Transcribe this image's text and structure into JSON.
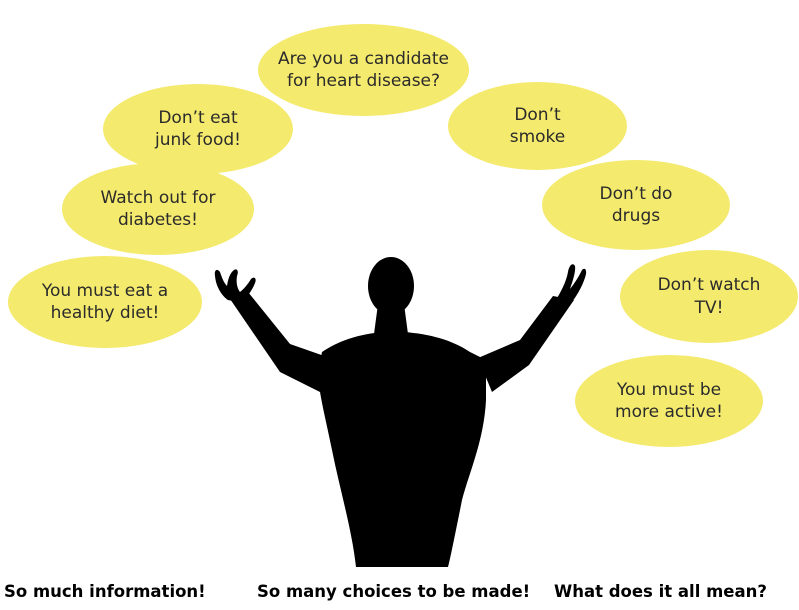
{
  "colors": {
    "bubble_fill": "#f4ea6e",
    "silhouette": "#000000",
    "text": "#2b2b2b",
    "caption": "#000000",
    "background": "#ffffff"
  },
  "bubbles": [
    {
      "line1": "Are you a candidate",
      "line2": "for heart disease?"
    },
    {
      "line1": "Don’t eat",
      "line2": "junk food!"
    },
    {
      "line1": "Don’t",
      "line2": "smoke"
    },
    {
      "line1": "Watch out for",
      "line2": "diabetes!"
    },
    {
      "line1": "Don’t do",
      "line2": "drugs"
    },
    {
      "line1": "You must eat a",
      "line2": "healthy diet!"
    },
    {
      "line1": "Don’t watch",
      "line2": "TV!"
    },
    {
      "line1": "You must be",
      "line2": "more active!"
    }
  ],
  "captions": [
    "So much information!",
    "So many choices to be made!",
    "What does it all mean?"
  ],
  "figure": {
    "icon": "person-silhouette-icon"
  }
}
